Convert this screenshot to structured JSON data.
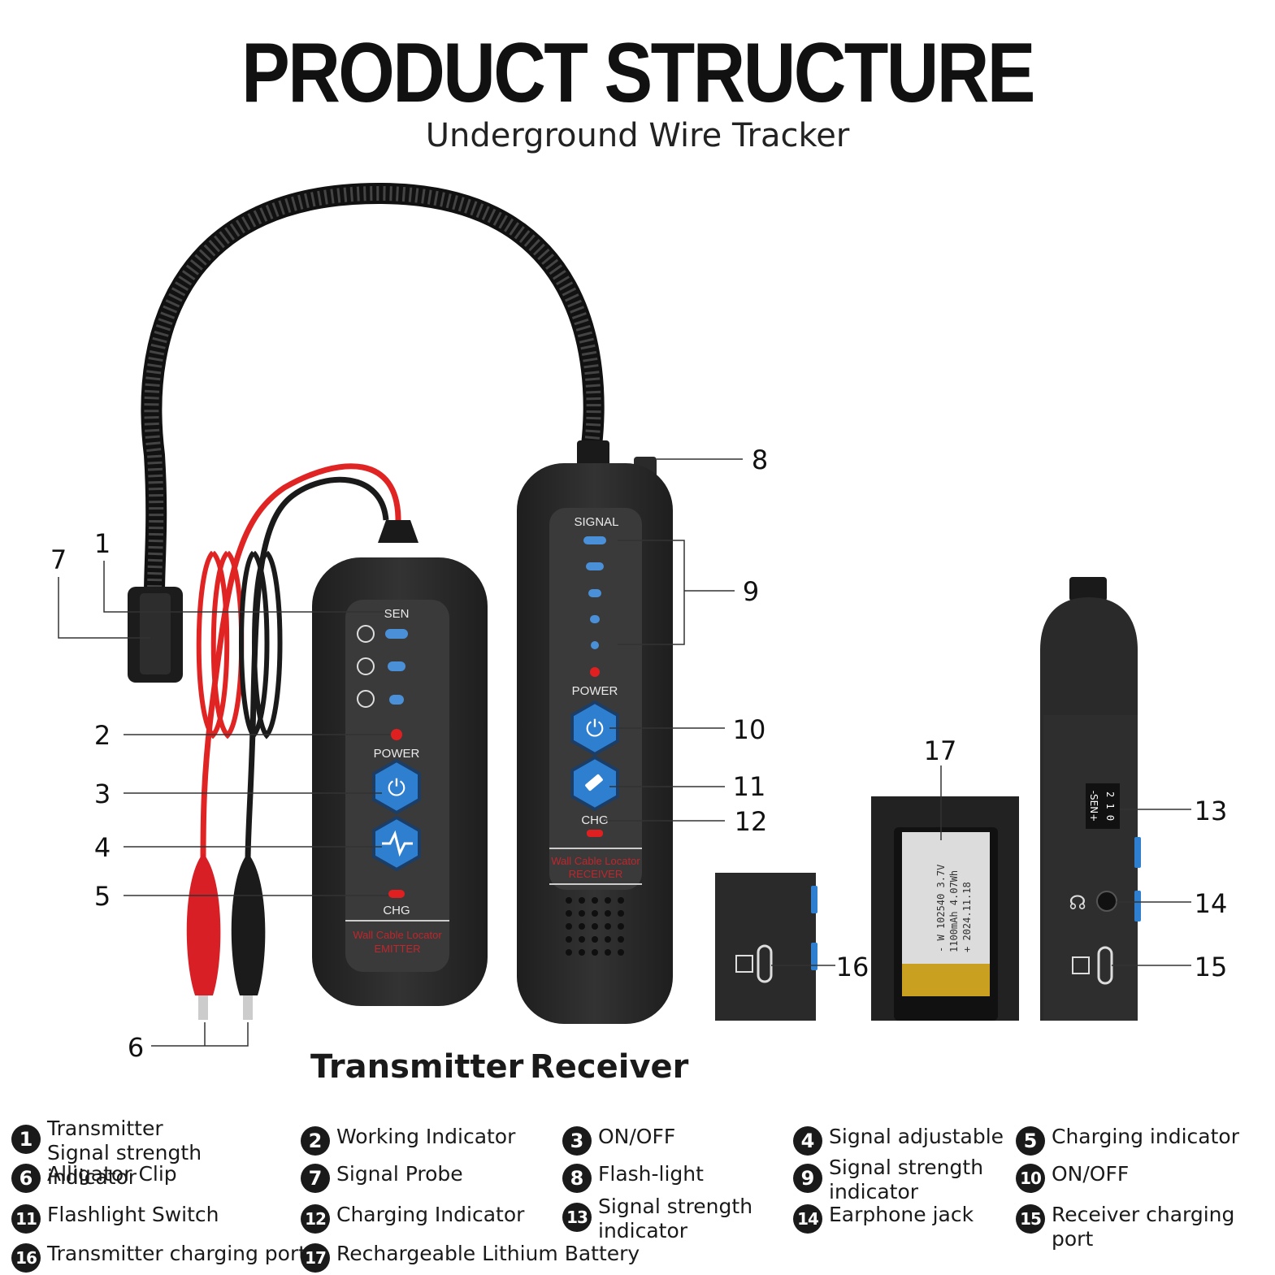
{
  "header": {
    "title": "PRODUCT STRUCTURE",
    "subtitle": "Underground Wire Tracker"
  },
  "device_labels": {
    "transmitter": "Transmitter",
    "receiver": "Receiver"
  },
  "panel_text": {
    "sen": "SEN",
    "signal": "SIGNAL",
    "power_tx": "POWER",
    "power_rx": "POWER",
    "chg_tx": "CHG",
    "chg_rx": "CHG",
    "tx_brand_1": "Wall Cable Locator",
    "tx_brand_2": "EMITTER",
    "rx_brand_1": "Wall Cable Locator",
    "rx_brand_2": "RECEIVER",
    "sen_switch": "-SEN+",
    "sen_switch_nums": "2 1 0",
    "battery_line_1": "- W 102540  3.7V",
    "battery_line_2": "  1100mAh 4.07Wh",
    "battery_line_3": "+ 2024.11.18"
  },
  "callouts": {
    "c1": "1",
    "c2": "2",
    "c3": "3",
    "c4": "4",
    "c5": "5",
    "c6": "6",
    "c7": "7",
    "c8": "8",
    "c9": "9",
    "c10": "10",
    "c11": "11",
    "c12": "12",
    "c13": "13",
    "c14": "14",
    "c15": "15",
    "c16": "16",
    "c17": "17"
  },
  "legend": [
    {
      "num": "1",
      "text": "Transmitter Signal strength indicator"
    },
    {
      "num": "2",
      "text": "Working Indicator"
    },
    {
      "num": "3",
      "text": "ON/OFF"
    },
    {
      "num": "4",
      "text": "Signal adjustable"
    },
    {
      "num": "5",
      "text": "Charging indicator"
    },
    {
      "num": "6",
      "text": "Alligator Clip"
    },
    {
      "num": "7",
      "text": "Signal Probe"
    },
    {
      "num": "8",
      "text": "Flash-light"
    },
    {
      "num": "9",
      "text": "Signal strength indicator"
    },
    {
      "num": "10",
      "text": "ON/OFF"
    },
    {
      "num": "11",
      "text": "Flashlight Switch"
    },
    {
      "num": "12",
      "text": "Charging Indicator"
    },
    {
      "num": "13",
      "text": "Signal strength indicator"
    },
    {
      "num": "14",
      "text": "Earphone jack"
    },
    {
      "num": "15",
      "text": "Receiver charging port"
    },
    {
      "num": "16",
      "text": "Transmitter charging port"
    },
    {
      "num": "17",
      "text": "Rechargeable Lithium Battery"
    }
  ],
  "colors": {
    "body": "#2b2b2b",
    "panel": "#3a3a3a",
    "led_blue": "#4a90d9",
    "led_red": "#e02020",
    "wire_red": "#e02424",
    "wire_black": "#1a1a1a",
    "button_blue": "#2f7fd0"
  }
}
